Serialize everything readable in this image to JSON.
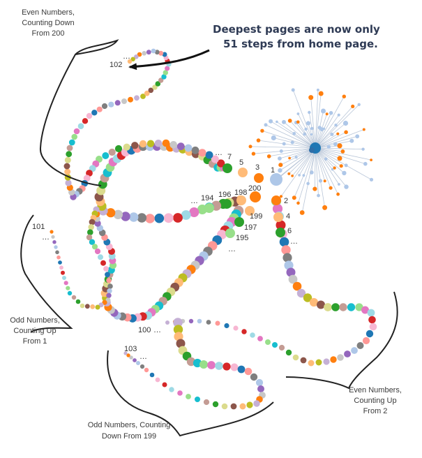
{
  "headline": {
    "line1": "Deepest pages are now only",
    "line2": "51 steps from home page."
  },
  "group_labels": {
    "even_down": [
      "Even Numbers,",
      "Counting Down",
      "From 200"
    ],
    "odd_up": [
      "Odd Numbers,",
      "Counting Up",
      "From 1"
    ],
    "even_up": [
      "Even Numbers,",
      "Counting Up",
      "From 2"
    ],
    "odd_down": [
      "Odd Numbers, Counting",
      "Down From 199"
    ]
  },
  "node_labels": {
    "n1": "1",
    "n2": "2",
    "n3": "3",
    "n4": "4",
    "n5": "5",
    "n6": "6",
    "n7": "7",
    "n194": "194",
    "n196": "196",
    "n198": "198",
    "n200": "200",
    "n195": "195",
    "n197": "197",
    "n199": "199",
    "n100": "100",
    "n101": "101",
    "n102": "102",
    "n103": "103",
    "ellipsis": "…"
  },
  "colors": {
    "palette": [
      "#1f77b4",
      "#aec7e8",
      "#ff7f0e",
      "#ffbb78",
      "#2ca02c",
      "#98df8a",
      "#d62728",
      "#ff9896",
      "#9467bd",
      "#c5b0d5",
      "#8c564b",
      "#c49c94",
      "#e377c2",
      "#f7b6d2",
      "#7f7f7f",
      "#c7c7c7",
      "#bcbd22",
      "#dbdb8d",
      "#17becf",
      "#9edae5"
    ],
    "hub": "#aec7e8",
    "orange": "#ff7f0e",
    "light_orange": "#ffbb78",
    "green": "#2ca02c",
    "light_green": "#98df8a",
    "curve": "#222222",
    "headline": "#2f3b55"
  }
}
